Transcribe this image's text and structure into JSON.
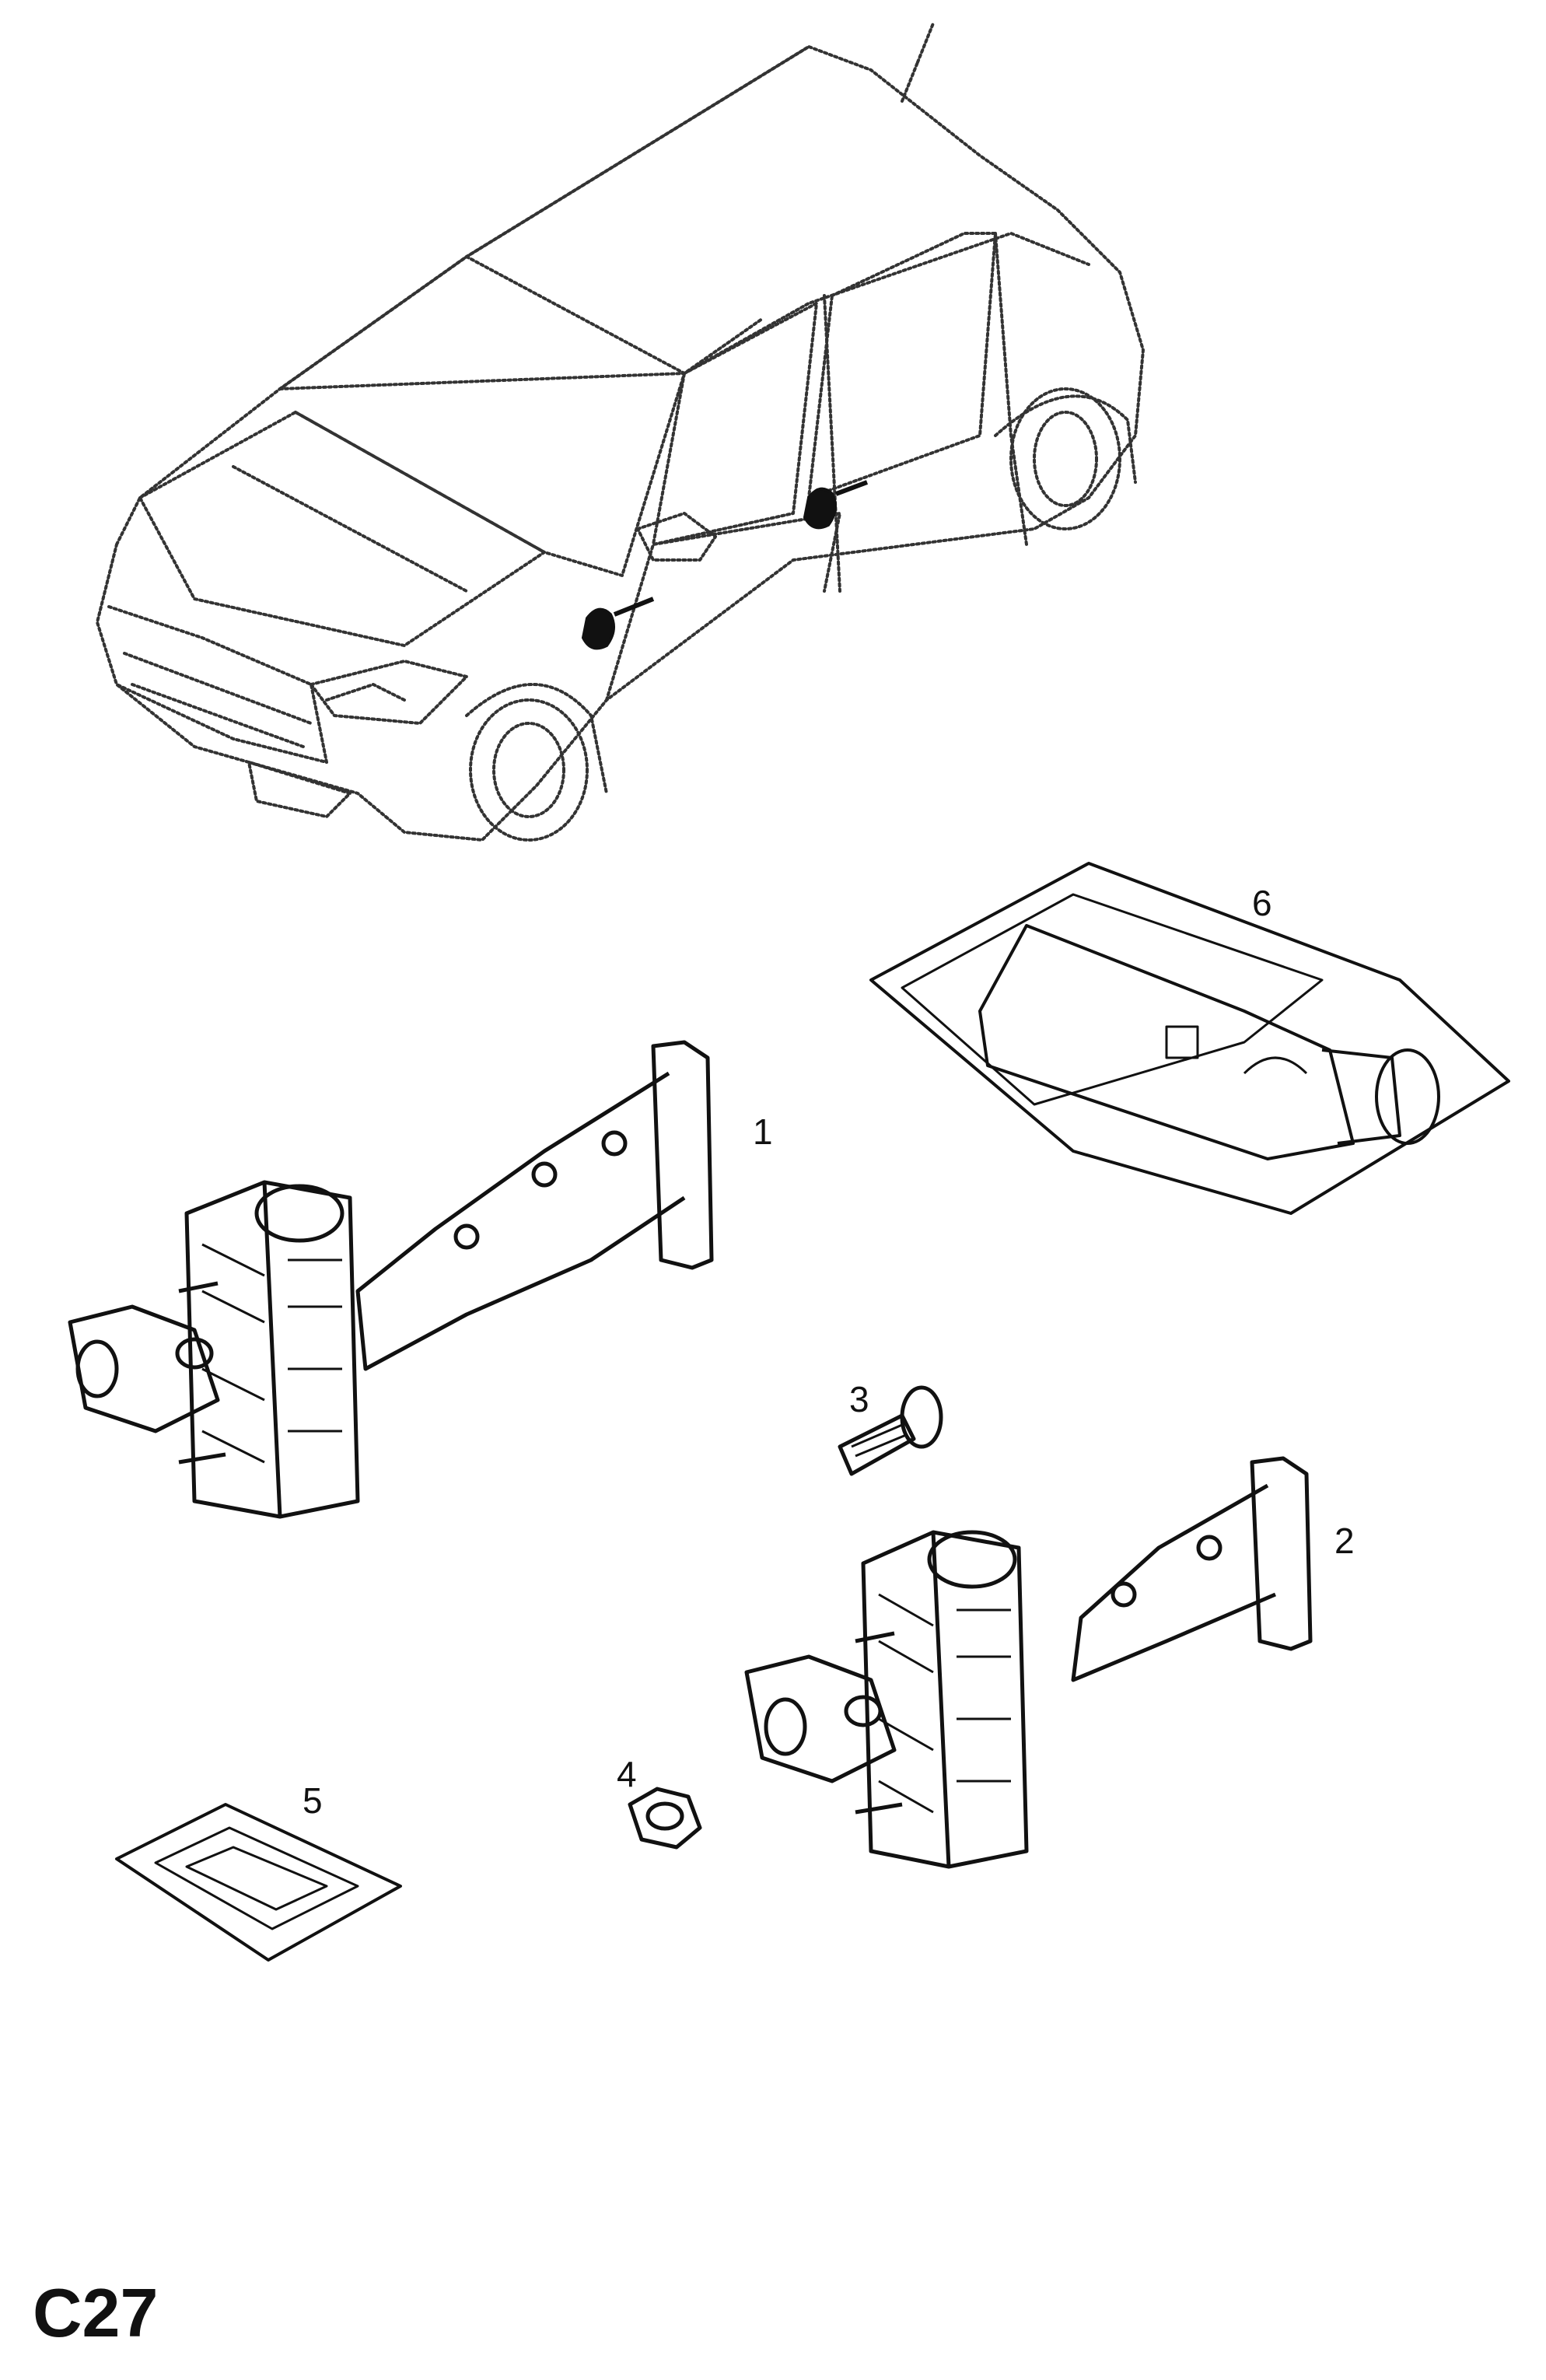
{
  "page_code": "C27",
  "callouts": [
    {
      "id": "1",
      "label": "1",
      "part": "door-check-strap-front"
    },
    {
      "id": "2",
      "label": "2",
      "part": "door-check-strap-rear"
    },
    {
      "id": "3",
      "label": "3",
      "part": "bolt"
    },
    {
      "id": "4",
      "label": "4",
      "part": "nut"
    },
    {
      "id": "5",
      "label": "5",
      "part": "sealant-sachet"
    },
    {
      "id": "6",
      "label": "6",
      "part": "grease-tube-pack"
    }
  ],
  "colors": {
    "line": "#111111",
    "dotted": "#333333",
    "background": "#ffffff"
  },
  "icons": [
    "car-outline-icon",
    "door-check-strap-icon",
    "bolt-icon",
    "nut-icon",
    "sachet-icon",
    "grease-tube-icon"
  ]
}
